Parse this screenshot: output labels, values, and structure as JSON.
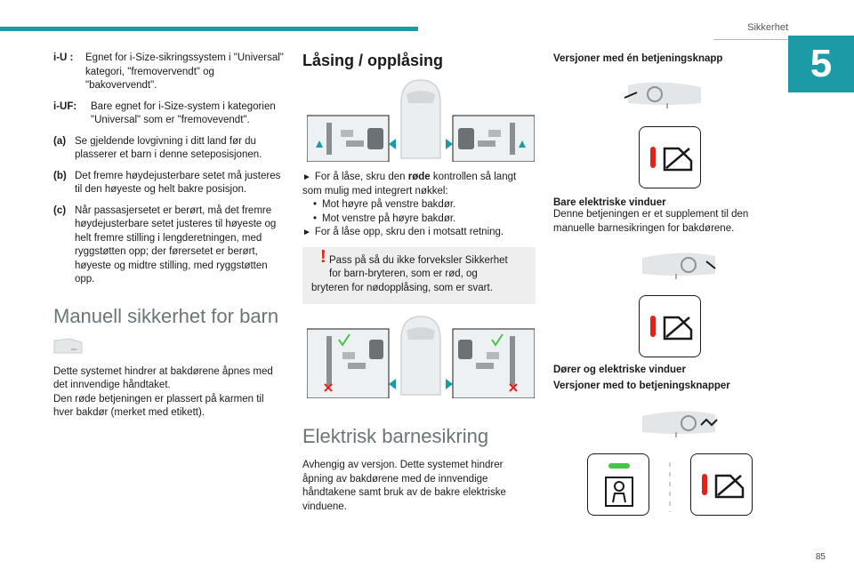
{
  "header": {
    "section": "Sikkerhet",
    "chapter_number": "5",
    "page_number": "85"
  },
  "col1": {
    "defs": [
      {
        "term": "i-U :",
        "text": "Egnet for i-Size-sikringssystem i \"Universal\" kategori, \"fremovervendt\" og \"bakovervendt\"."
      },
      {
        "term": "i-UF:",
        "text": "Bare egnet for i-Size-system i kategorien \"Universal\" som er \"fremovevendt\"."
      }
    ],
    "notes": [
      {
        "key": "(a)",
        "text": "Se gjeldende lovgivning i ditt land før du plasserer et barn i denne seteposisjonen."
      },
      {
        "key": "(b)",
        "text": "Det fremre høydejusterbare setet må justeres til den høyeste og helt bakre posisjon."
      },
      {
        "key": "(c)",
        "text": "Når passasjersetet er berørt, må det fremre høydejusterbare setet justeres til høyeste og helt fremre stilling i lengderetningen, med ryggstøtten opp; der førersetet er berørt, høyeste og midtre stilling, med ryggstøtten opp."
      }
    ],
    "manual_title": "Manuell sikkerhet for barn",
    "manual_text_1": "Dette systemet hindrer at bakdørene åpnes med det innvendige håndtaket.",
    "manual_text_2": "Den røde betjeningen er plassert på karmen til hver bakdør (merket med etikett)."
  },
  "col2": {
    "lock_title": "Låsing / opplåsing",
    "lock_text_pre": "For å låse, skru den ",
    "lock_text_bold": "røde",
    "lock_text_post": " kontrollen så langt som mulig med integrert nøkkel:",
    "dots": [
      "Mot høyre på venstre bakdør.",
      "Mot venstre på høyre bakdør."
    ],
    "unlock_text": "For å låse opp, skru den i motsatt retning.",
    "warning_line1": "Pass på så du ikke forveksler Sikkerhet",
    "warning_line2": "for barn-bryteren, som er rød, og",
    "warning_line3": "bryteren for nødopplåsing, som er svart.",
    "electric_title": "Elektrisk barnesikring",
    "electric_text": "Avhengig av versjon. Dette systemet hindrer åpning av bakdørene med de innvendige håndtakene samt bruk av de bakre elektriske vinduene."
  },
  "col3": {
    "one_button_title": "Versjoner med én betjeningsknapp",
    "windows_only_title": "Bare elektriske vinduer",
    "windows_only_text": "Denne betjeningen er et supplement til den manuelle barnesikringen for bakdørene.",
    "doors_windows_title": "Dører og elektriske vinduer",
    "two_buttons_title": "Versjoner med to betjeningsknapper"
  },
  "colors": {
    "accent": "#1c9aa6",
    "warning": "#e3211c",
    "indicator_red": "#e3211c",
    "indicator_green": "#45c44a"
  }
}
